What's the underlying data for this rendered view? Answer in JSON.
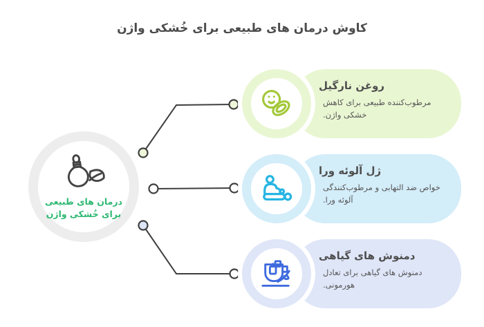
{
  "page": {
    "title": "کاوش درمان های طبیعی برای خُشکی واژن",
    "title_color": "#4b4b4b",
    "background": "#ffffff"
  },
  "center": {
    "icon": "oil-bottle-leaf-icon",
    "icon_color": "#444444",
    "ring_color": "#ededed",
    "label_line1": "درمان های طبیعی",
    "label_line2": "برای خُشکی واژن",
    "label_color": "#2eb873"
  },
  "cards": [
    {
      "title": "روغن نارگیل",
      "description": "مرطوب‌کننده طبیعی برای کاهش خشکی واژن.",
      "bg": "#e9f6d2",
      "icon": "coconut-icon",
      "icon_color": "#a3c838"
    },
    {
      "title": "ژل آلوئه ورا",
      "description": "خواص ضد التهابی و مرطوب‌کنندگی آلوئه ورا.",
      "bg": "#d3edf9",
      "icon": "aloe-vera-massage-icon",
      "icon_color": "#27b5e3"
    },
    {
      "title": "دمنوش های گیاهی",
      "description": "دمنوش های گیاهی برای تعادل هورمونی.",
      "bg": "#dfe6f8",
      "icon": "herbal-tea-cup-icon",
      "icon_color": "#3e6ade"
    }
  ],
  "connectors": {
    "line_color": "#3f3f3f",
    "dot_fill_green": "#eef6da",
    "dot_fill_white": "#ffffff",
    "dot_fill_blue": "#dce6f6"
  }
}
